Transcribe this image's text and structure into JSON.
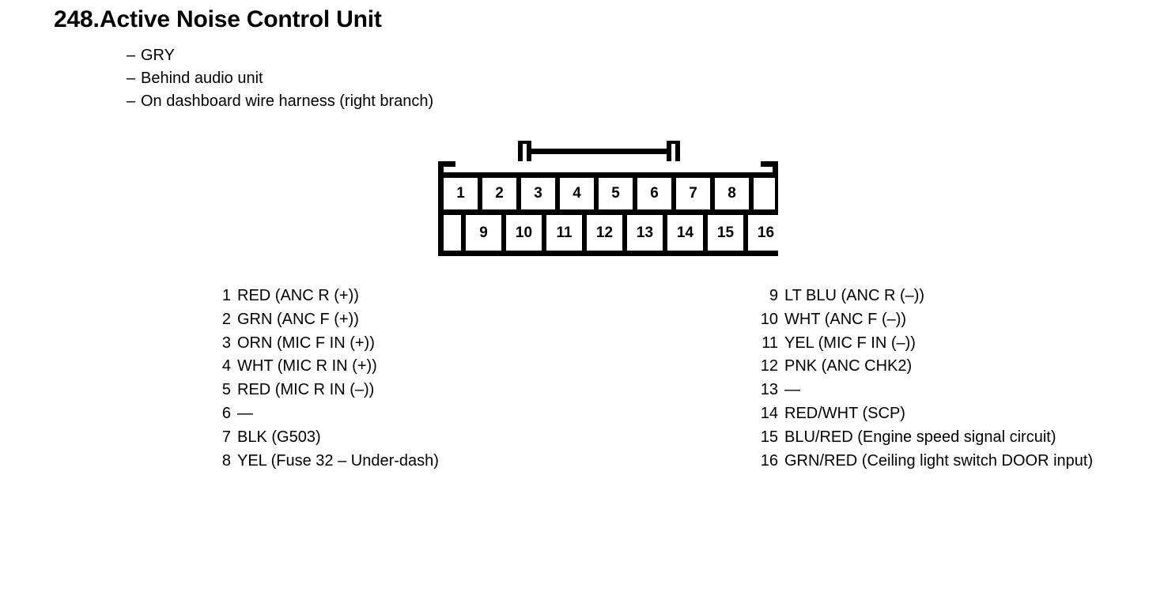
{
  "header": {
    "number": "248.",
    "title": "Active Noise Control Unit",
    "bullets": [
      {
        "dash": "–",
        "text": "GRY"
      },
      {
        "dash": "–",
        "text": "Behind audio unit"
      },
      {
        "dash": "–",
        "text": "On dashboard wire harness (right branch)"
      }
    ]
  },
  "connector": {
    "top_row": [
      "1",
      "2",
      "3",
      "4",
      "5",
      "6",
      "7",
      "8",
      ""
    ],
    "bottom_row": [
      "",
      "9",
      "10",
      "11",
      "12",
      "13",
      "14",
      "15",
      "16"
    ]
  },
  "pins_left": [
    {
      "no": "1",
      "label": "RED (ANC R (+))"
    },
    {
      "no": "2",
      "label": "GRN (ANC F (+))"
    },
    {
      "no": "3",
      "label": "ORN (MIC F IN (+))"
    },
    {
      "no": "4",
      "label": "WHT (MIC R IN (+))"
    },
    {
      "no": "5",
      "label": "RED (MIC R IN (–))"
    },
    {
      "no": "6",
      "label": "—"
    },
    {
      "no": "7",
      "label": "BLK (G503)"
    },
    {
      "no": "8",
      "label": "YEL (Fuse 32 – Under-dash)"
    }
  ],
  "pins_right": [
    {
      "no": "9",
      "label": "LT BLU (ANC R (–))"
    },
    {
      "no": "10",
      "label": "WHT (ANC F (–))"
    },
    {
      "no": "11",
      "label": "YEL (MIC F IN (–))"
    },
    {
      "no": "12",
      "label": "PNK (ANC CHK2)"
    },
    {
      "no": "13",
      "label": "—"
    },
    {
      "no": "14",
      "label": "RED/WHT (SCP)"
    },
    {
      "no": "15",
      "label": "BLU/RED (Engine speed signal circuit)"
    },
    {
      "no": "16",
      "label": "GRN/RED (Ceiling light switch DOOR input)"
    }
  ]
}
